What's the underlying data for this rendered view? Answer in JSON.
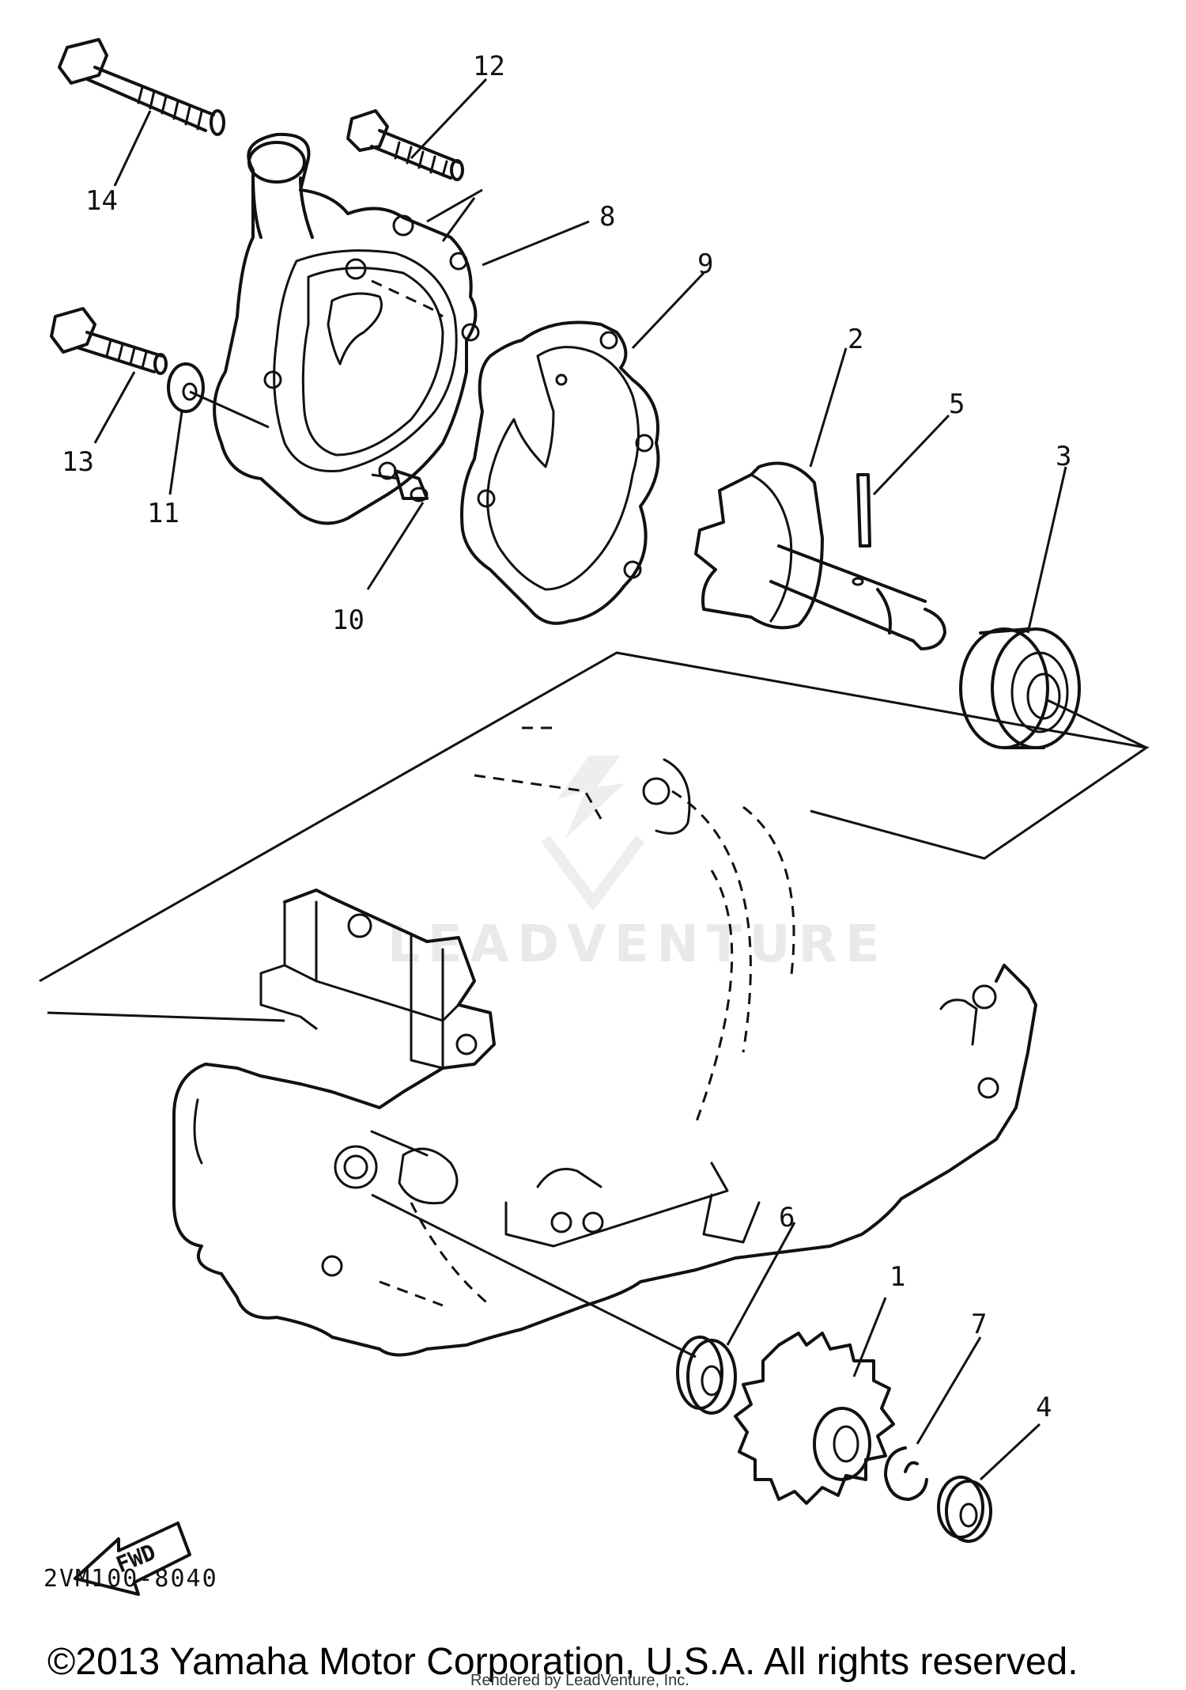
{
  "diagram": {
    "part_labels": [
      "1",
      "2",
      "3",
      "4",
      "5",
      "6",
      "7",
      "8",
      "9",
      "10",
      "11",
      "12",
      "13",
      "14"
    ],
    "fwd_label": "FWD",
    "drawing_code": "2VM100-8040",
    "copyright": "©2013 Yamaha Motor Corporation, U.S.A. All rights reserved.",
    "rendered_by": "Rendered by LeadVenture, Inc.",
    "watermark": "LEADVENTURE"
  }
}
